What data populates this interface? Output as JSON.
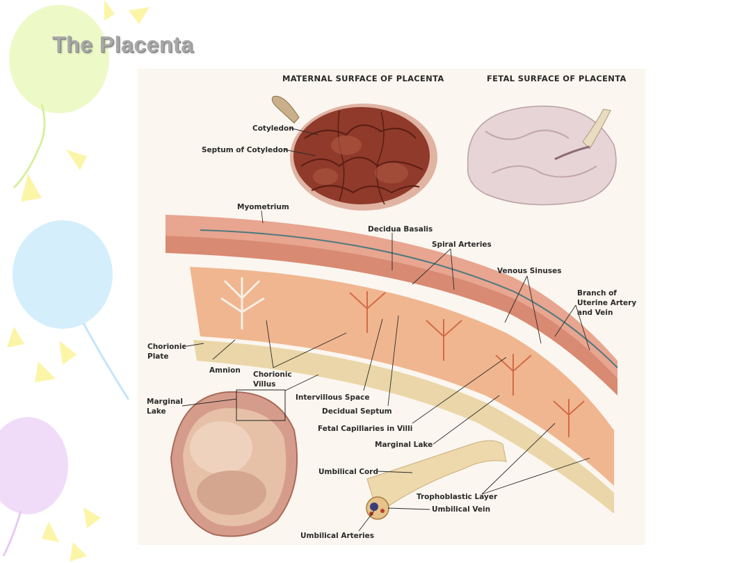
{
  "slide": {
    "title": "The Placenta"
  },
  "figure": {
    "headers": {
      "maternal_surface": "MATERNAL SURFACE OF PLACENTA",
      "fetal_surface": "FETAL SURFACE OF PLACENTA"
    },
    "labels": {
      "cotyledon": "Cotyledon",
      "septum_of_cotyledon": "Septum of Cotyledon",
      "myometrium": "Myometrium",
      "decidua_basalis": "Decidua Basalis",
      "spiral_arteries": "Spiral Arteries",
      "venous_sinuses": "Venous Sinuses",
      "branch_uterine_line1": "Branch of",
      "branch_uterine_line2": "Uterine Artery",
      "branch_uterine_line3": "and Vein",
      "chorionic_plate_line1": "Chorionic",
      "chorionic_plate_line2": "Plate",
      "amnion": "Amnion",
      "chorionic_villus_line1": "Chorionic",
      "chorionic_villus_line2": "Villus",
      "intervillous_space": "Intervillous Space",
      "decidual_septum": "Decidual Septum",
      "fetal_capillaries": "Fetal Capillaries in Villi",
      "marginal_lake_left_line1": "Marginal",
      "marginal_lake_left_line2": "Lake",
      "marginal_lake": "Marginal Lake",
      "umbilical_cord": "Umbilical Cord",
      "trophoblastic_layer": "Trophoblastic Layer",
      "umbilical_vein": "Umbilical Vein",
      "umbilical_arteries": "Umbilical Arteries"
    }
  }
}
